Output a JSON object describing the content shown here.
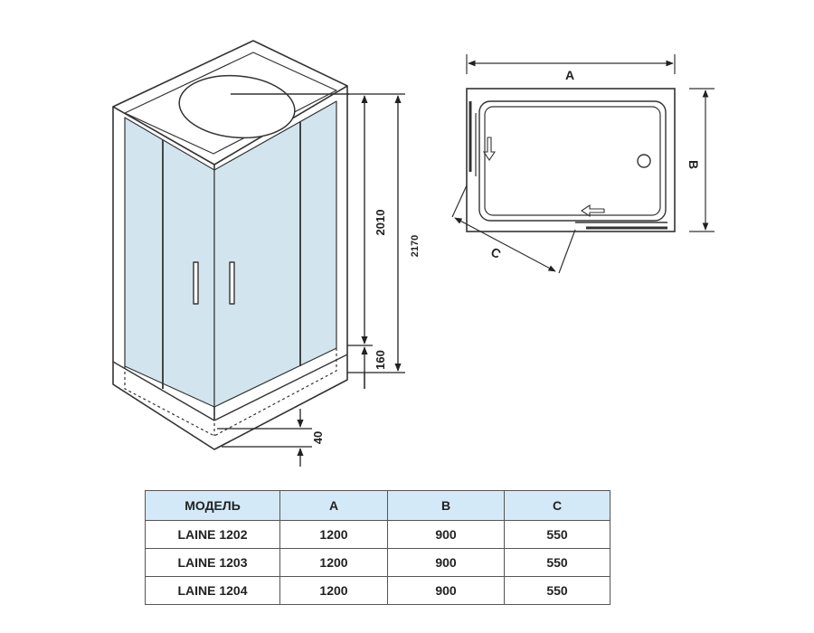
{
  "dimensions": {
    "total_height": "2170",
    "cabin_height": "2010",
    "base_height": "160",
    "gap": "40",
    "width_letter": "A",
    "depth_letter": "B",
    "opening_letter": "C"
  },
  "colors": {
    "glass": "#d2e5ee",
    "line": "#333333",
    "header_bg": "#d4e9f7"
  },
  "table": {
    "headers": [
      "МОДЕЛЬ",
      "A",
      "B",
      "C"
    ],
    "rows": [
      [
        "LAINE 1202",
        "1200",
        "900",
        "550"
      ],
      [
        "LAINE 1203",
        "1200",
        "900",
        "550"
      ],
      [
        "LAINE 1204",
        "1200",
        "900",
        "550"
      ]
    ]
  }
}
